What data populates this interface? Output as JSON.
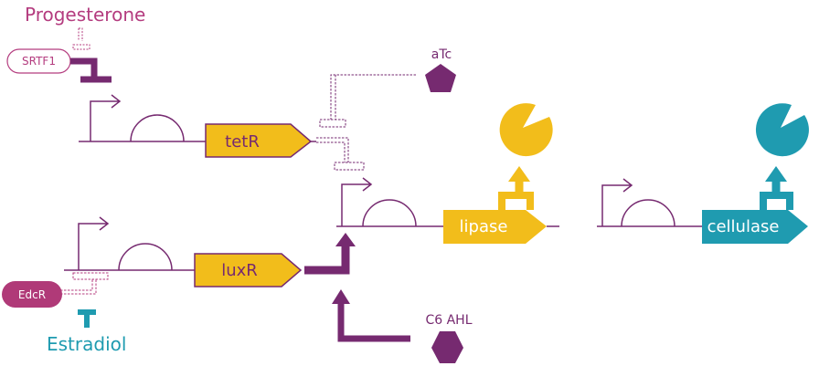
{
  "colors": {
    "purple": "#762a70",
    "magenta": "#b43c7f",
    "gold": "#f2bd1b",
    "teal": "#1f9bb0",
    "pill": "#b03a78",
    "white": "#ffffff"
  },
  "labels": {
    "progesterone": "Progesterone",
    "srtf1": "SRTF1",
    "atc": "aTc",
    "tetr": "tetR",
    "lipase": "lipase",
    "cellulase": "cellulase",
    "luxr": "luxR",
    "edcr": "EdcR",
    "estradiol": "Estradiol",
    "c6ahl": "C6  AHL"
  },
  "icons": {
    "repression": "t-bar-icon",
    "activation": "arrow-icon",
    "promoter": "bent-arrow-icon",
    "rbs": "half-circle-icon",
    "enzyme": "pacman-icon",
    "inducer_atc": "pentagon-icon",
    "inducer_ahl": "hexagon-icon"
  }
}
